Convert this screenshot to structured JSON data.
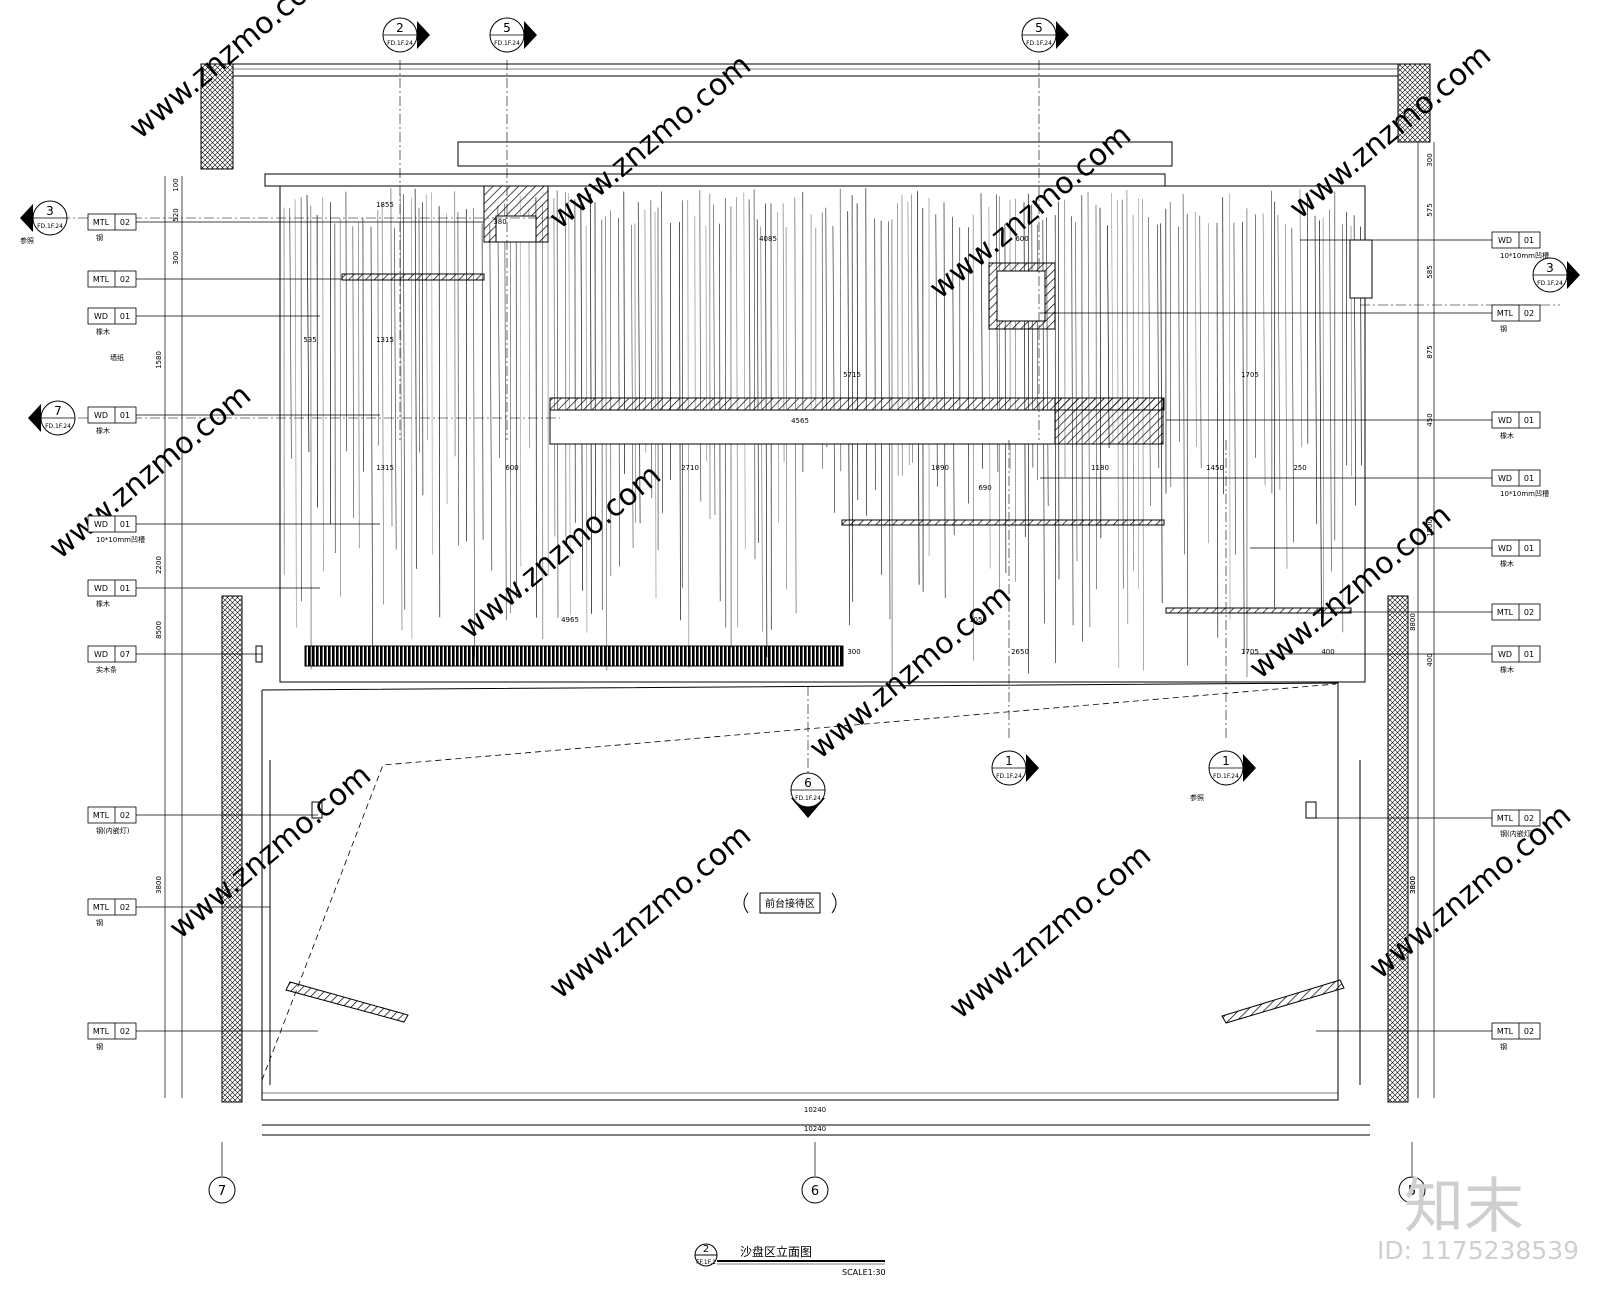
{
  "drawing": {
    "title": "沙盘区立面图",
    "scale": "SCALE1:30",
    "title_bubble": {
      "num": "2",
      "ref": "FF.1F.1"
    },
    "zone_label": "前台接待区",
    "note_left_b": "墙纸"
  },
  "markers": {
    "top": [
      {
        "num": "2",
        "ref": "FD.1F.24"
      },
      {
        "num": "5",
        "ref": "FD.1F.24"
      },
      {
        "num": "5",
        "ref": "FD.1F.24"
      }
    ],
    "left": [
      {
        "num": "3",
        "ref": "FD.1F.24",
        "note": "参照"
      },
      {
        "num": "7",
        "ref": "FD.1F.24"
      }
    ],
    "right": [
      {
        "num": "3",
        "ref": "FD.1F.24"
      }
    ],
    "bottom": [
      {
        "num": "6",
        "ref": "FD.1F.24"
      },
      {
        "num": "1",
        "ref": "FD.1F.24"
      },
      {
        "num": "1",
        "ref": "FD.1F.24",
        "note": "参照"
      }
    ]
  },
  "axes": [
    "7",
    "6",
    "5"
  ],
  "tags_left": [
    {
      "code": "MTL",
      "num": "02",
      "note": "钢"
    },
    {
      "code": "MTL",
      "num": "02",
      "note": ""
    },
    {
      "code": "WD",
      "num": "01",
      "note": "橡木"
    },
    {
      "code": "WD",
      "num": "01",
      "note": "橡木"
    },
    {
      "code": "WD",
      "num": "01",
      "note": "10*10mm凹槽"
    },
    {
      "code": "WD",
      "num": "01",
      "note": "橡木"
    },
    {
      "code": "WD",
      "num": "07",
      "note": "实木条"
    },
    {
      "code": "MTL",
      "num": "02",
      "note": "钢(内嵌灯)"
    },
    {
      "code": "MTL",
      "num": "02",
      "note": "钢"
    },
    {
      "code": "MTL",
      "num": "02",
      "note": "钢"
    }
  ],
  "tags_right": [
    {
      "code": "WD",
      "num": "01",
      "note": "10*10mm凹槽"
    },
    {
      "code": "MTL",
      "num": "02",
      "note": "钢"
    },
    {
      "code": "WD",
      "num": "01",
      "note": "橡木"
    },
    {
      "code": "WD",
      "num": "01",
      "note": "10*10mm凹槽"
    },
    {
      "code": "WD",
      "num": "01",
      "note": "橡木"
    },
    {
      "code": "MTL",
      "num": "02",
      "note": ""
    },
    {
      "code": "WD",
      "num": "01",
      "note": "橡木"
    },
    {
      "code": "MTL",
      "num": "02",
      "note": "钢(内嵌灯)"
    },
    {
      "code": "MTL",
      "num": "02",
      "note": "钢"
    }
  ],
  "dims": {
    "left_outer": [
      "1580",
      "2200",
      "8500",
      "3800"
    ],
    "left_inner": [
      "100",
      "520",
      "300"
    ],
    "right_outer": [
      "3800",
      "8800",
      "3800"
    ],
    "right_inner": [
      "300",
      "575",
      "585",
      "875",
      "450",
      "1500",
      "400"
    ],
    "bottom": [
      "10240",
      "10240"
    ],
    "interior": [
      "1855",
      "4085",
      "600",
      "5715",
      "4565",
      "535",
      "1315",
      "1315",
      "600",
      "2710",
      "1890",
      "1180",
      "1450",
      "250",
      "1705",
      "1705",
      "690",
      "4965",
      "300",
      "2650",
      "400",
      "1050",
      "380"
    ]
  },
  "brand": {
    "logo": "知末",
    "id": "ID: 1175238539",
    "watermark": "www.znzmo.com"
  }
}
